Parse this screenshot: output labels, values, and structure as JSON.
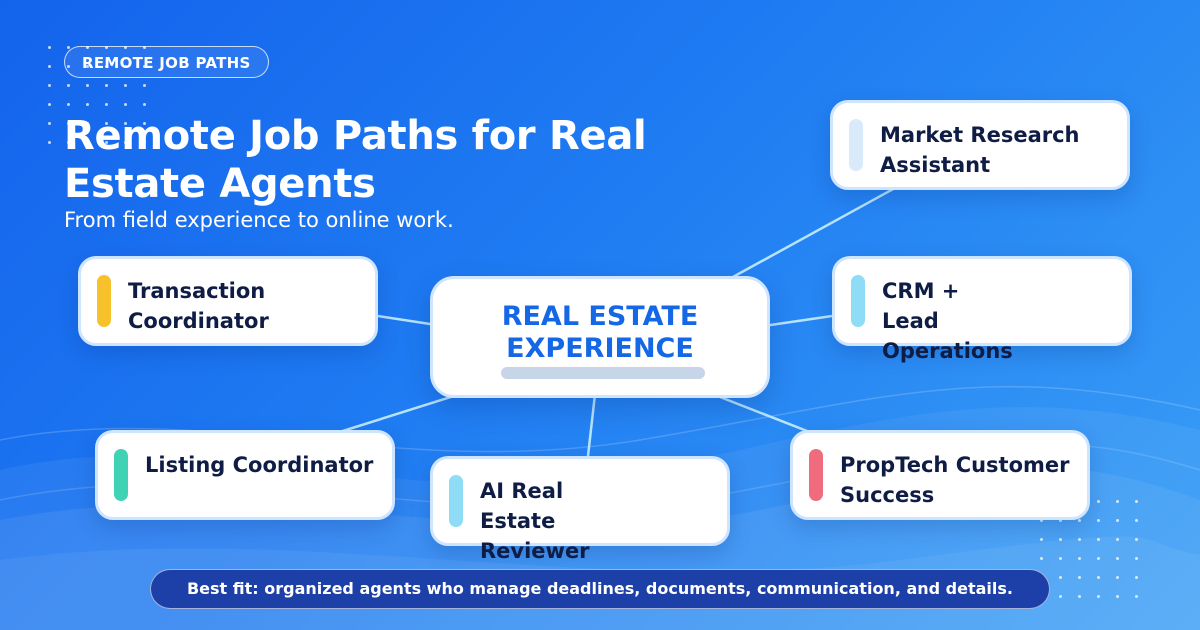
{
  "tag": "REMOTE JOB PATHS",
  "title": "Remote Job Paths for Real Estate Agents",
  "subtitle": "From field experience to online work.",
  "center": {
    "label": "REAL ESTATE EXPERIENCE"
  },
  "cards": [
    {
      "id": "transaction-coordinator",
      "label": "Transaction Coordinator",
      "accent": "#f6c12a"
    },
    {
      "id": "listing-coordinator",
      "label": "Listing Coordinator",
      "accent": "#3fd2b5"
    },
    {
      "id": "ai-real-estate-reviewer",
      "label": "AI Real Estate Reviewer",
      "accent": "#8fdcf6"
    },
    {
      "id": "market-research-assistant",
      "label": "Market Research Assistant",
      "accent": "#d9eafb"
    },
    {
      "id": "crm-lead-operations",
      "label": "CRM + Lead Operations",
      "accent": "#8fdcf6"
    },
    {
      "id": "proptech-customer-success",
      "label": "PropTech Customer Success",
      "accent": "#f06b7e"
    }
  ],
  "footer": "Best fit: organized agents who manage deadlines, documents, communication, and details.",
  "colors": {
    "background_start": "#1463ec",
    "background_end": "#3a9ff6",
    "center_text": "#1468e6",
    "footer_bg": "#1d3fa8"
  }
}
